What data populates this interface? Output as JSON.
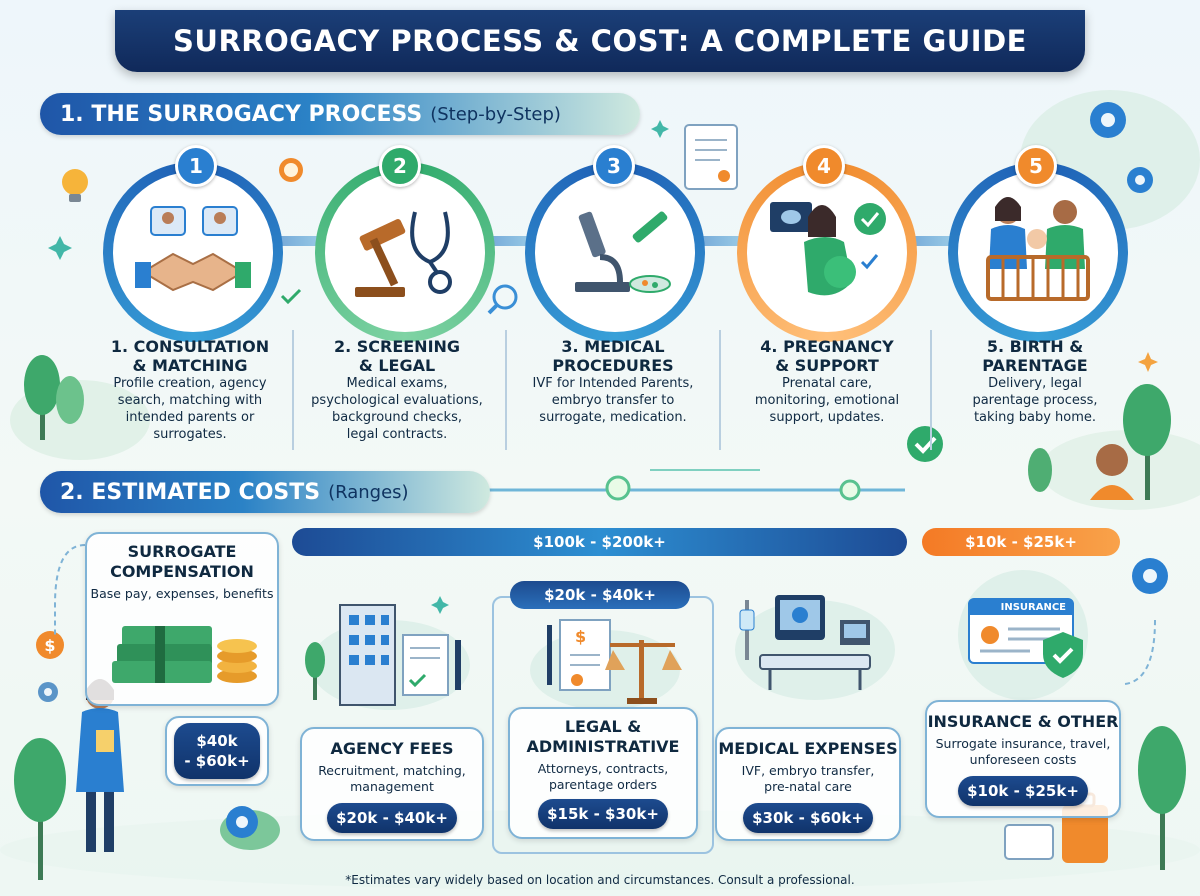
{
  "title": "SURROGACY PROCESS & COST: A COMPLETE GUIDE",
  "section1": {
    "main": "1. THE SURROGACY PROCESS",
    "sub": "(Step-by-Step)"
  },
  "steps": [
    {
      "num": "1",
      "title_line1": "1. CONSULTATION",
      "title_line2": "& MATCHING",
      "desc": [
        "Profile creation, agency",
        "search, matching with",
        "intended parents or",
        "surrogates."
      ],
      "color": "#2a7fd0"
    },
    {
      "num": "2",
      "title_line1": "2. SCREENING",
      "title_line2": "& LEGAL",
      "desc": [
        "Medical exams,",
        "psychological evaluations,",
        "background checks,",
        "legal contracts."
      ],
      "color": "#2faa6b"
    },
    {
      "num": "3",
      "title_line1": "3. MEDICAL",
      "title_line2": "PROCEDURES",
      "desc": [
        "IVF for Intended Parents,",
        "embryo transfer to",
        "surrogate, medication."
      ],
      "color": "#2a7fd0"
    },
    {
      "num": "4",
      "title_line1": "4. PREGNANCY",
      "title_line2": "& SUPPORT",
      "desc": [
        "Prenatal care,",
        "monitoring, emotional",
        "support, updates."
      ],
      "color": "#f08a2c"
    },
    {
      "num": "5",
      "title_line1": "5. BIRTH &",
      "title_line2": "PARENTAGE",
      "desc": [
        "Delivery, legal",
        "parentage process,",
        "taking baby home."
      ],
      "color": "#f08a2c"
    }
  ],
  "section2": {
    "main": "2. ESTIMATED COSTS",
    "sub": "(Ranges)"
  },
  "range_bars": {
    "total": "$100k - $200k+",
    "other": "$10k - $25k+",
    "legal_top": "$20k - $40k+"
  },
  "costs": {
    "surrogate": {
      "title_line1": "SURROGATE",
      "title_line2": "COMPENSATION",
      "desc": "Base pay, expenses, benefits",
      "price_line1": "$40k",
      "price_line2": "- $60k+"
    },
    "agency": {
      "title": "AGENCY FEES",
      "desc_line1": "Recruitment, matching,",
      "desc_line2": "management",
      "price": "$20k - $40k+"
    },
    "legal": {
      "title_line1": "LEGAL &",
      "title_line2": "ADMINISTRATIVE",
      "desc_line1": "Attorneys, contracts,",
      "desc_line2": "parentage orders",
      "price": "$15k - $30k+"
    },
    "medical": {
      "title": "MEDICAL EXPENSES",
      "desc_line1": "IVF, embryo transfer,",
      "desc_line2": "pre-natal care",
      "price": "$30k - $60k+"
    },
    "insurance": {
      "title": "INSURANCE & OTHER",
      "desc_line1": "Surrogate insurance, travel,",
      "desc_line2": "unforeseen costs",
      "price": "$10k - $25k+",
      "badge": "INSURANCE"
    }
  },
  "footnote": "*Estimates vary widely based on location and circumstances. Consult a professional."
}
